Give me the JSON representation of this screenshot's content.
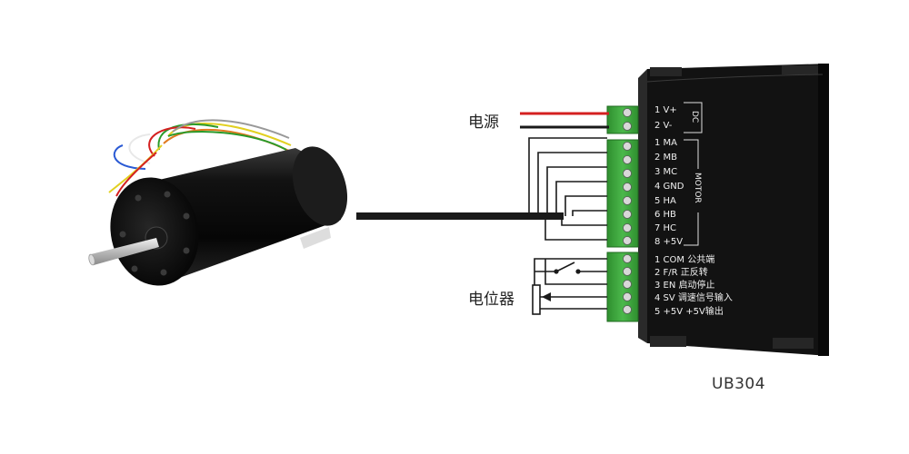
{
  "labels": {
    "power": "电源",
    "potentiometer": "电位器",
    "model": "UB304"
  },
  "power_group": {
    "side_label": "DC",
    "pins": [
      "1 V+",
      "2 V-"
    ]
  },
  "motor_group": {
    "side_label": "MOTOR",
    "pins": [
      "1 MA",
      "2 MB",
      "3 MC",
      "4 GND",
      "5 HA",
      "6 HB",
      "7 HC",
      "8 +5V"
    ]
  },
  "control_group": {
    "pins": [
      "1 COM 公共端",
      "2 F/R 正反转",
      "3 EN  启动停止",
      "4 SV  调速信号输入",
      "5 +5V  +5V输出"
    ]
  },
  "colors": {
    "driver_body": "#141414",
    "terminal_green": "#3aa63a",
    "wire_red": "#d42020",
    "wire_black": "#1a1a1a",
    "motor_body": "#0d0d0d"
  },
  "icons": {
    "motor": "bldc-motor-icon",
    "switch": "switch-icon",
    "potentiometer": "potentiometer-icon"
  }
}
